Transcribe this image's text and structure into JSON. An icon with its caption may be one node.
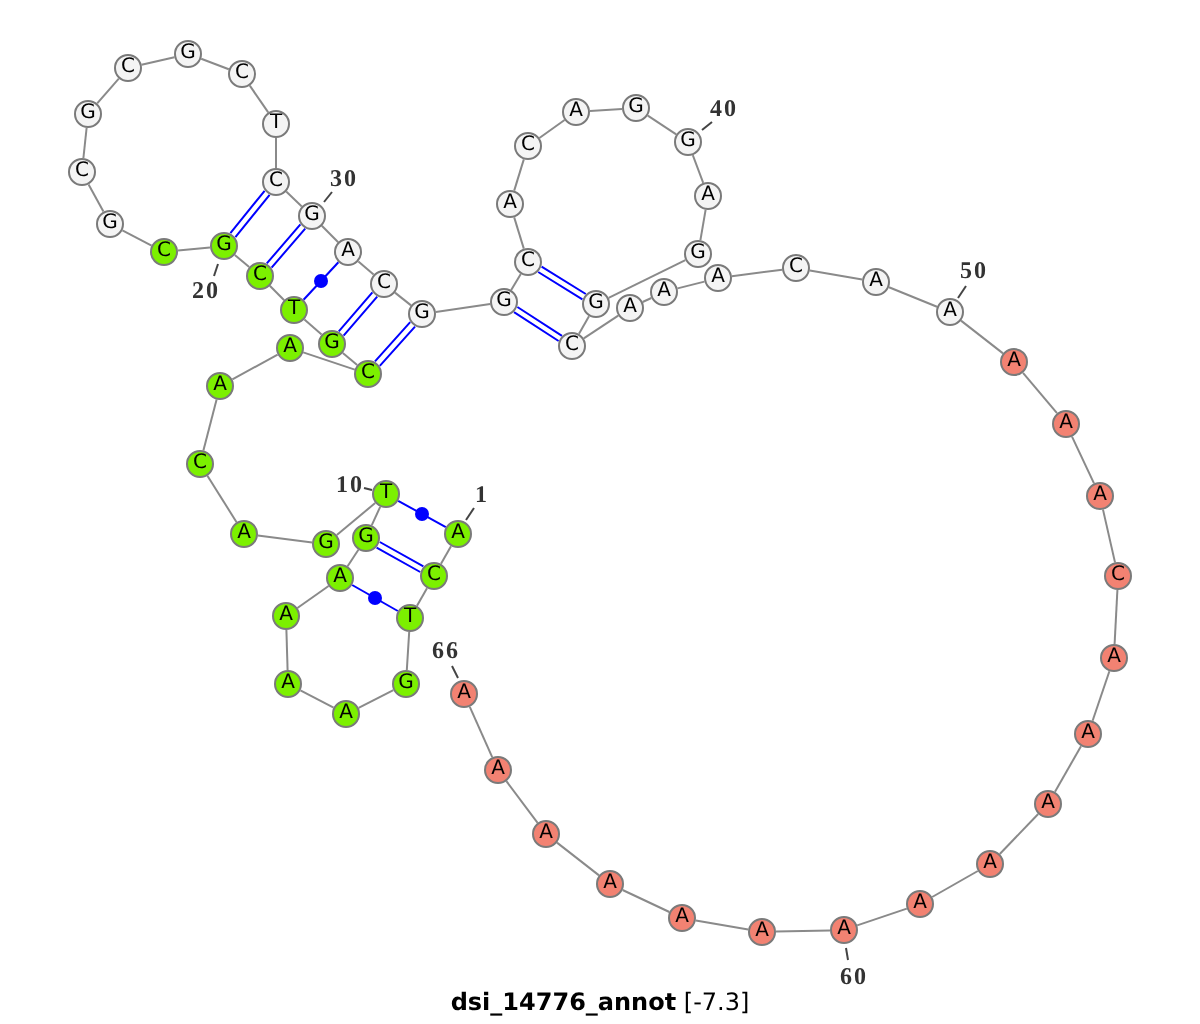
{
  "diagram": {
    "caption": "**dsi_14776_annot** [-7.3]",
    "nodes": [
      {
        "text": [
          "A"
        ],
        "beside": [
          "1"
        ]
      },
      {
        "text": [
          "C"
        ]
      },
      {
        "text": [
          "T"
        ]
      },
      {
        "text": [
          "G"
        ]
      },
      {
        "text": [
          "A"
        ]
      },
      {
        "text": [
          "A"
        ]
      },
      {
        "text": [
          "A"
        ]
      },
      {
        "text": [
          "A"
        ]
      },
      {
        "text": [
          "G"
        ]
      },
      {
        "text": [
          "T"
        ],
        "beside": [
          "10"
        ]
      },
      {
        "text": [
          "G"
        ]
      },
      {
        "text": [
          "A"
        ]
      },
      {
        "text": [
          "C"
        ]
      },
      {
        "text": [
          "A"
        ]
      },
      {
        "text": [
          "A"
        ]
      },
      {
        "text": [
          "C"
        ]
      },
      {
        "text": [
          "G"
        ]
      },
      {
        "text": [
          "T"
        ]
      },
      {
        "text": [
          "C"
        ]
      },
      {
        "text": [
          "G"
        ],
        "beside": [
          "20"
        ]
      },
      {
        "text": [
          "C"
        ]
      },
      {
        "text": [
          "G"
        ]
      },
      {
        "text": [
          "C"
        ]
      },
      {
        "text": [
          "G"
        ]
      },
      {
        "text": [
          "C"
        ]
      },
      {
        "text": [
          "G"
        ]
      },
      {
        "text": [
          "C"
        ]
      },
      {
        "text": [
          "T"
        ]
      },
      {
        "text": [
          "C"
        ]
      },
      {
        "text": [
          "G"
        ],
        "beside": [
          "30"
        ]
      },
      {
        "text": [
          "A"
        ]
      },
      {
        "text": [
          "C"
        ]
      },
      {
        "text": [
          "G"
        ]
      },
      {
        "text": [
          "G"
        ]
      },
      {
        "text": [
          "C"
        ]
      },
      {
        "text": [
          "A"
        ]
      },
      {
        "text": [
          "C"
        ]
      },
      {
        "text": [
          "A"
        ]
      },
      {
        "text": [
          "G"
        ]
      },
      {
        "text": [
          "G"
        ],
        "beside": [
          "40"
        ]
      },
      {
        "text": [
          "A"
        ]
      },
      {
        "text": [
          "G"
        ]
      },
      {
        "text": [
          "G"
        ]
      },
      {
        "text": [
          "C"
        ]
      },
      {
        "text": [
          "A"
        ]
      },
      {
        "text": [
          "A"
        ]
      },
      {
        "text": [
          "A"
        ]
      },
      {
        "text": [
          "C"
        ]
      },
      {
        "text": [
          "A"
        ]
      },
      {
        "text": [
          "A"
        ],
        "beside": [
          "50"
        ]
      },
      {
        "text": [
          "A"
        ]
      },
      {
        "text": [
          "A"
        ]
      },
      {
        "text": [
          "A"
        ]
      },
      {
        "text": [
          "C"
        ]
      },
      {
        "text": [
          "A"
        ]
      },
      {
        "text": [
          "A"
        ]
      },
      {
        "text": [
          "A"
        ]
      },
      {
        "text": [
          "A"
        ]
      },
      {
        "text": [
          "A"
        ]
      },
      {
        "text": [
          "A"
        ],
        "beside": [
          "60"
        ]
      },
      {
        "text": [
          "A"
        ]
      },
      {
        "text": [
          "A"
        ]
      },
      {
        "text": [
          "A"
        ]
      },
      {
        "text": [
          "A"
        ]
      },
      {
        "text": [
          "A"
        ]
      },
      {
        "text": [
          "A"
        ],
        "beside": [
          "66"
        ]
      }
    ],
    "edges": [
      {
        "from": 0,
        "to": 1,
        "arrow": "none"
      },
      {
        "from": 1,
        "to": 2,
        "arrow": "none"
      },
      {
        "from": 2,
        "to": 3,
        "arrow": "none"
      },
      {
        "from": 3,
        "to": 4,
        "arrow": "none"
      },
      {
        "from": 4,
        "to": 5,
        "arrow": "none"
      },
      {
        "from": 5,
        "to": 6,
        "arrow": "none"
      },
      {
        "from": 6,
        "to": 7,
        "arrow": "none"
      },
      {
        "from": 7,
        "to": 8,
        "arrow": "none"
      },
      {
        "from": 8,
        "to": 9,
        "arrow": "none"
      },
      {
        "from": 9,
        "to": 10,
        "arrow": "none"
      },
      {
        "from": 10,
        "to": 11,
        "arrow": "none"
      },
      {
        "from": 11,
        "to": 12,
        "arrow": "none"
      },
      {
        "from": 12,
        "to": 13,
        "arrow": "none"
      },
      {
        "from": 13,
        "to": 14,
        "arrow": "none"
      },
      {
        "from": 14,
        "to": 15,
        "arrow": "none"
      },
      {
        "from": 15,
        "to": 16,
        "arrow": "none"
      },
      {
        "from": 16,
        "to": 17,
        "arrow": "none"
      },
      {
        "from": 17,
        "to": 18,
        "arrow": "none"
      },
      {
        "from": 18,
        "to": 19,
        "arrow": "none"
      },
      {
        "from": 19,
        "to": 20,
        "arrow": "none"
      },
      {
        "from": 20,
        "to": 21,
        "arrow": "none"
      },
      {
        "from": 21,
        "to": 22,
        "arrow": "none"
      },
      {
        "from": 22,
        "to": 23,
        "arrow": "none"
      },
      {
        "from": 23,
        "to": 24,
        "arrow": "none"
      },
      {
        "from": 24,
        "to": 25,
        "arrow": "none"
      },
      {
        "from": 25,
        "to": 26,
        "arrow": "none"
      },
      {
        "from": 26,
        "to": 27,
        "arrow": "none"
      },
      {
        "from": 27,
        "to": 28,
        "arrow": "none"
      },
      {
        "from": 28,
        "to": 29,
        "arrow": "none"
      },
      {
        "from": 29,
        "to": 30,
        "arrow": "none"
      },
      {
        "from": 30,
        "to": 31,
        "arrow": "none"
      },
      {
        "from": 31,
        "to": 32,
        "arrow": "none"
      },
      {
        "from": 32,
        "to": 33,
        "arrow": "none"
      },
      {
        "from": 33,
        "to": 34,
        "arrow": "none"
      },
      {
        "from": 34,
        "to": 35,
        "arrow": "none"
      },
      {
        "from": 35,
        "to": 36,
        "arrow": "none"
      },
      {
        "from": 36,
        "to": 37,
        "arrow": "none"
      },
      {
        "from": 37,
        "to": 38,
        "arrow": "none"
      },
      {
        "from": 38,
        "to": 39,
        "arrow": "none"
      },
      {
        "from": 39,
        "to": 40,
        "arrow": "none"
      },
      {
        "from": 40,
        "to": 41,
        "arrow": "none"
      },
      {
        "from": 41,
        "to": 42,
        "arrow": "none"
      },
      {
        "from": 42,
        "to": 43,
        "arrow": "none"
      },
      {
        "from": 43,
        "to": 44,
        "arrow": "none"
      },
      {
        "from": 44,
        "to": 45,
        "arrow": "none"
      },
      {
        "from": 45,
        "to": 46,
        "arrow": "none"
      },
      {
        "from": 46,
        "to": 47,
        "arrow": "none"
      },
      {
        "from": 47,
        "to": 48,
        "arrow": "none"
      },
      {
        "from": 48,
        "to": 49,
        "arrow": "none"
      },
      {
        "from": 49,
        "to": 50,
        "arrow": "none"
      },
      {
        "from": 50,
        "to": 51,
        "arrow": "none"
      },
      {
        "from": 51,
        "to": 52,
        "arrow": "none"
      },
      {
        "from": 52,
        "to": 53,
        "arrow": "none"
      },
      {
        "from": 53,
        "to": 54,
        "arrow": "none"
      },
      {
        "from": 54,
        "to": 55,
        "arrow": "none"
      },
      {
        "from": 55,
        "to": 56,
        "arrow": "none"
      },
      {
        "from": 56,
        "to": 57,
        "arrow": "none"
      },
      {
        "from": 57,
        "to": 58,
        "arrow": "none"
      },
      {
        "from": 58,
        "to": 59,
        "arrow": "none"
      },
      {
        "from": 59,
        "to": 60,
        "arrow": "none"
      },
      {
        "from": 60,
        "to": 61,
        "arrow": "none"
      },
      {
        "from": 61,
        "to": 62,
        "arrow": "none"
      },
      {
        "from": 62,
        "to": 63,
        "arrow": "none"
      },
      {
        "from": 63,
        "to": 64,
        "arrow": "none"
      },
      {
        "from": 64,
        "to": 65,
        "arrow": "none"
      },
      {
        "from": 0,
        "to": 9,
        "arrow": "none",
        "color": "#0000ff"
      },
      {
        "from": 1,
        "to": 8,
        "arrow": "none",
        "color": "#0000ff"
      },
      {
        "from": 2,
        "to": 7,
        "arrow": "none",
        "color": "#0000ff"
      },
      {
        "from": 15,
        "to": 32,
        "arrow": "none",
        "color": "#0000ff"
      },
      {
        "from": 16,
        "to": 31,
        "arrow": "none",
        "color": "#0000ff"
      },
      {
        "from": 17,
        "to": 30,
        "arrow": "none",
        "color": "#0000ff"
      },
      {
        "from": 18,
        "to": 29,
        "arrow": "none",
        "color": "#0000ff"
      },
      {
        "from": 19,
        "to": 28,
        "arrow": "none",
        "color": "#0000ff"
      },
      {
        "from": 33,
        "to": 43,
        "arrow": "none",
        "color": "#0000ff"
      },
      {
        "from": 34,
        "to": 42,
        "arrow": "none",
        "color": "#0000ff"
      }
    ]
  }
}
